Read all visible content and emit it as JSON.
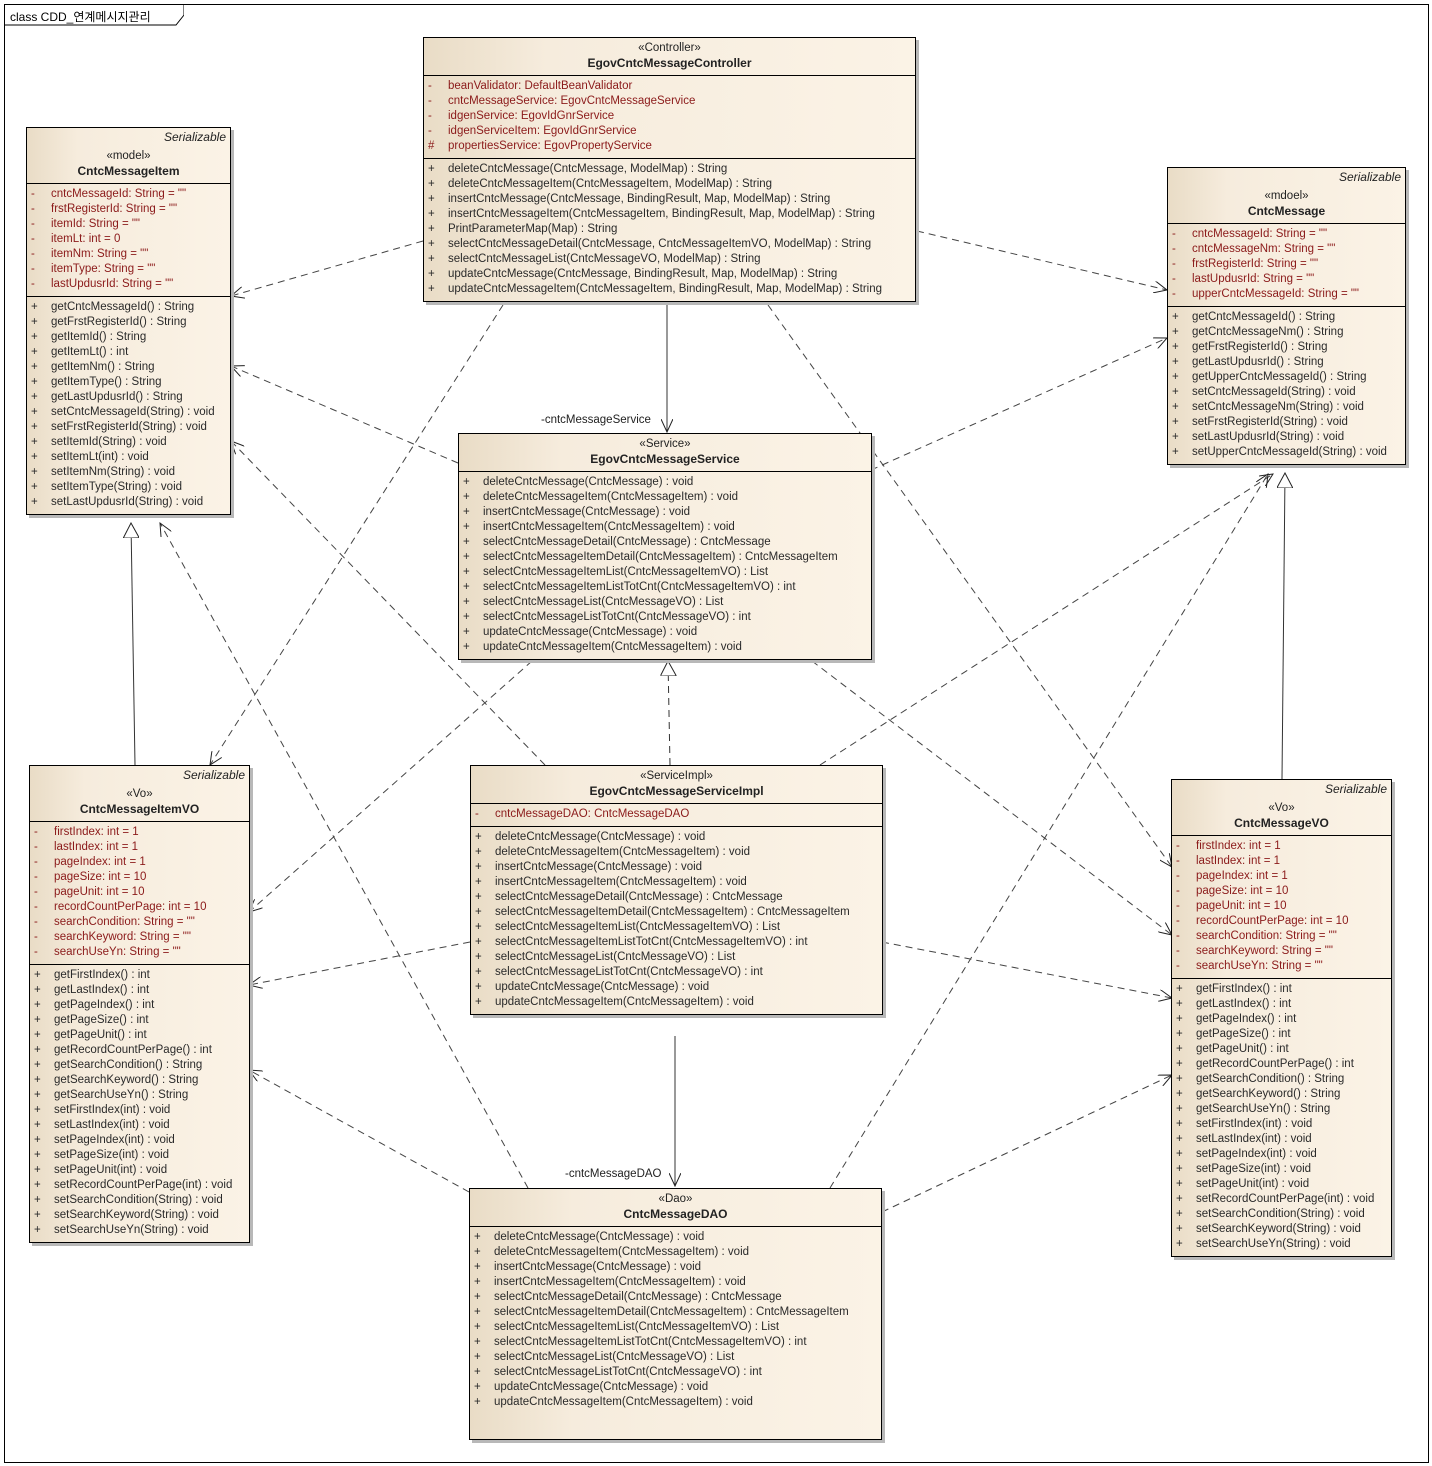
{
  "diagram": {
    "title": "class CDD_연계메시지관리"
  },
  "classes": {
    "controller": {
      "stereotype": "«Controller»",
      "name": "EgovCntcMessageController",
      "attributes": [
        {
          "vis": "-",
          "text": "beanValidator:  DefaultBeanValidator"
        },
        {
          "vis": "-",
          "text": "cntcMessageService:  EgovCntcMessageService"
        },
        {
          "vis": "-",
          "text": "idgenService:  EgovIdGnrService"
        },
        {
          "vis": "-",
          "text": "idgenServiceItem:  EgovIdGnrService"
        },
        {
          "vis": "#",
          "text": "propertiesService:  EgovPropertyService"
        }
      ],
      "operations": [
        {
          "vis": "+",
          "text": "deleteCntcMessage(CntcMessage, ModelMap) : String"
        },
        {
          "vis": "+",
          "text": "deleteCntcMessageItem(CntcMessageItem, ModelMap) : String"
        },
        {
          "vis": "+",
          "text": "insertCntcMessage(CntcMessage, BindingResult, Map, ModelMap) : String"
        },
        {
          "vis": "+",
          "text": "insertCntcMessageItem(CntcMessageItem, BindingResult, Map, ModelMap) : String"
        },
        {
          "vis": "+",
          "text": "PrintParameterMap(Map) : String"
        },
        {
          "vis": "+",
          "text": "selectCntcMessageDetail(CntcMessage, CntcMessageItemVO, ModelMap) : String"
        },
        {
          "vis": "+",
          "text": "selectCntcMessageList(CntcMessageVO, ModelMap) : String"
        },
        {
          "vis": "+",
          "text": "updateCntcMessage(CntcMessage, BindingResult, Map, ModelMap) : String"
        },
        {
          "vis": "+",
          "text": "updateCntcMessageItem(CntcMessageItem, BindingResult, Map, ModelMap) : String"
        }
      ]
    },
    "message_item": {
      "tag": "Serializable",
      "stereotype": "«model»",
      "name": "CntcMessageItem",
      "attributes": [
        {
          "vis": "-",
          "text": "cntcMessageId:  String = \"\""
        },
        {
          "vis": "-",
          "text": "frstRegisterId:  String = \"\""
        },
        {
          "vis": "-",
          "text": "itemId:  String = \"\""
        },
        {
          "vis": "-",
          "text": "itemLt:  int = 0"
        },
        {
          "vis": "-",
          "text": "itemNm:  String = \"\""
        },
        {
          "vis": "-",
          "text": "itemType:  String = \"\""
        },
        {
          "vis": "-",
          "text": "lastUpdusrId:  String = \"\""
        }
      ],
      "operations": [
        {
          "vis": "+",
          "text": "getCntcMessageId() : String"
        },
        {
          "vis": "+",
          "text": "getFrstRegisterId() : String"
        },
        {
          "vis": "+",
          "text": "getItemId() : String"
        },
        {
          "vis": "+",
          "text": "getItemLt() : int"
        },
        {
          "vis": "+",
          "text": "getItemNm() : String"
        },
        {
          "vis": "+",
          "text": "getItemType() : String"
        },
        {
          "vis": "+",
          "text": "getLastUpdusrId() : String"
        },
        {
          "vis": "+",
          "text": "setCntcMessageId(String) : void"
        },
        {
          "vis": "+",
          "text": "setFrstRegisterId(String) : void"
        },
        {
          "vis": "+",
          "text": "setItemId(String) : void"
        },
        {
          "vis": "+",
          "text": "setItemLt(int) : void"
        },
        {
          "vis": "+",
          "text": "setItemNm(String) : void"
        },
        {
          "vis": "+",
          "text": "setItemType(String) : void"
        },
        {
          "vis": "+",
          "text": "setLastUpdusrId(String) : void"
        }
      ]
    },
    "message": {
      "tag": "Serializable",
      "stereotype": "«mdoel»",
      "name": "CntcMessage",
      "attributes": [
        {
          "vis": "-",
          "text": "cntcMessageId:  String = \"\""
        },
        {
          "vis": "-",
          "text": "cntcMessageNm:  String = \"\""
        },
        {
          "vis": "-",
          "text": "frstRegisterId:  String = \"\""
        },
        {
          "vis": "-",
          "text": "lastUpdusrId:  String = \"\""
        },
        {
          "vis": "-",
          "text": "upperCntcMessageId:  String = \"\""
        }
      ],
      "operations": [
        {
          "vis": "+",
          "text": "getCntcMessageId() : String"
        },
        {
          "vis": "+",
          "text": "getCntcMessageNm() : String"
        },
        {
          "vis": "+",
          "text": "getFrstRegisterId() : String"
        },
        {
          "vis": "+",
          "text": "getLastUpdusrId() : String"
        },
        {
          "vis": "+",
          "text": "getUpperCntcMessageId() : String"
        },
        {
          "vis": "+",
          "text": "setCntcMessageId(String) : void"
        },
        {
          "vis": "+",
          "text": "setCntcMessageNm(String) : void"
        },
        {
          "vis": "+",
          "text": "setFrstRegisterId(String) : void"
        },
        {
          "vis": "+",
          "text": "setLastUpdusrId(String) : void"
        },
        {
          "vis": "+",
          "text": "setUpperCntcMessageId(String) : void"
        }
      ]
    },
    "service": {
      "stereotype": "«Service»",
      "name": "EgovCntcMessageService",
      "operations": [
        {
          "vis": "+",
          "text": "deleteCntcMessage(CntcMessage) : void"
        },
        {
          "vis": "+",
          "text": "deleteCntcMessageItem(CntcMessageItem) : void"
        },
        {
          "vis": "+",
          "text": "insertCntcMessage(CntcMessage) : void"
        },
        {
          "vis": "+",
          "text": "insertCntcMessageItem(CntcMessageItem) : void"
        },
        {
          "vis": "+",
          "text": "selectCntcMessageDetail(CntcMessage) : CntcMessage"
        },
        {
          "vis": "+",
          "text": "selectCntcMessageItemDetail(CntcMessageItem) : CntcMessageItem"
        },
        {
          "vis": "+",
          "text": "selectCntcMessageItemList(CntcMessageItemVO) : List"
        },
        {
          "vis": "+",
          "text": "selectCntcMessageItemListTotCnt(CntcMessageItemVO) : int"
        },
        {
          "vis": "+",
          "text": "selectCntcMessageList(CntcMessageVO) : List"
        },
        {
          "vis": "+",
          "text": "selectCntcMessageListTotCnt(CntcMessageVO) : int"
        },
        {
          "vis": "+",
          "text": "updateCntcMessage(CntcMessage) : void"
        },
        {
          "vis": "+",
          "text": "updateCntcMessageItem(CntcMessageItem) : void"
        }
      ]
    },
    "item_vo": {
      "tag": "Serializable",
      "stereotype": "«Vo»",
      "name": "CntcMessageItemVO",
      "attributes": [
        {
          "vis": "-",
          "text": "firstIndex:  int = 1"
        },
        {
          "vis": "-",
          "text": "lastIndex:  int = 1"
        },
        {
          "vis": "-",
          "text": "pageIndex:  int = 1"
        },
        {
          "vis": "-",
          "text": "pageSize:  int = 10"
        },
        {
          "vis": "-",
          "text": "pageUnit:  int = 10"
        },
        {
          "vis": "-",
          "text": "recordCountPerPage:  int = 10"
        },
        {
          "vis": "-",
          "text": "searchCondition:  String = \"\""
        },
        {
          "vis": "-",
          "text": "searchKeyword:  String = \"\""
        },
        {
          "vis": "-",
          "text": "searchUseYn:  String = \"\""
        }
      ],
      "operations": [
        {
          "vis": "+",
          "text": "getFirstIndex() : int"
        },
        {
          "vis": "+",
          "text": "getLastIndex() : int"
        },
        {
          "vis": "+",
          "text": "getPageIndex() : int"
        },
        {
          "vis": "+",
          "text": "getPageSize() : int"
        },
        {
          "vis": "+",
          "text": "getPageUnit() : int"
        },
        {
          "vis": "+",
          "text": "getRecordCountPerPage() : int"
        },
        {
          "vis": "+",
          "text": "getSearchCondition() : String"
        },
        {
          "vis": "+",
          "text": "getSearchKeyword() : String"
        },
        {
          "vis": "+",
          "text": "getSearchUseYn() : String"
        },
        {
          "vis": "+",
          "text": "setFirstIndex(int) : void"
        },
        {
          "vis": "+",
          "text": "setLastIndex(int) : void"
        },
        {
          "vis": "+",
          "text": "setPageIndex(int) : void"
        },
        {
          "vis": "+",
          "text": "setPageSize(int) : void"
        },
        {
          "vis": "+",
          "text": "setPageUnit(int) : void"
        },
        {
          "vis": "+",
          "text": "setRecordCountPerPage(int) : void"
        },
        {
          "vis": "+",
          "text": "setSearchCondition(String) : void"
        },
        {
          "vis": "+",
          "text": "setSearchKeyword(String) : void"
        },
        {
          "vis": "+",
          "text": "setSearchUseYn(String) : void"
        }
      ]
    },
    "service_impl": {
      "stereotype": "«ServiceImpl»",
      "name": "EgovCntcMessageServiceImpl",
      "attributes": [
        {
          "vis": "-",
          "text": "cntcMessageDAO:  CntcMessageDAO"
        }
      ],
      "operations": [
        {
          "vis": "+",
          "text": "deleteCntcMessage(CntcMessage) : void"
        },
        {
          "vis": "+",
          "text": "deleteCntcMessageItem(CntcMessageItem) : void"
        },
        {
          "vis": "+",
          "text": "insertCntcMessage(CntcMessage) : void"
        },
        {
          "vis": "+",
          "text": "insertCntcMessageItem(CntcMessageItem) : void"
        },
        {
          "vis": "+",
          "text": "selectCntcMessageDetail(CntcMessage) : CntcMessage"
        },
        {
          "vis": "+",
          "text": "selectCntcMessageItemDetail(CntcMessageItem) : CntcMessageItem"
        },
        {
          "vis": "+",
          "text": "selectCntcMessageItemList(CntcMessageItemVO) : List"
        },
        {
          "vis": "+",
          "text": "selectCntcMessageItemListTotCnt(CntcMessageItemVO) : int"
        },
        {
          "vis": "+",
          "text": "selectCntcMessageList(CntcMessageVO) : List"
        },
        {
          "vis": "+",
          "text": "selectCntcMessageListTotCnt(CntcMessageVO) : int"
        },
        {
          "vis": "+",
          "text": "updateCntcMessage(CntcMessage) : void"
        },
        {
          "vis": "+",
          "text": "updateCntcMessageItem(CntcMessageItem) : void"
        }
      ]
    },
    "message_vo": {
      "tag": "Serializable",
      "stereotype": "«Vo»",
      "name": "CntcMessageVO",
      "attributes": [
        {
          "vis": "-",
          "text": "firstIndex:  int = 1"
        },
        {
          "vis": "-",
          "text": "lastIndex:  int = 1"
        },
        {
          "vis": "-",
          "text": "pageIndex:  int = 1"
        },
        {
          "vis": "-",
          "text": "pageSize:  int = 10"
        },
        {
          "vis": "-",
          "text": "pageUnit:  int = 10"
        },
        {
          "vis": "-",
          "text": "recordCountPerPage:  int = 10"
        },
        {
          "vis": "-",
          "text": "searchCondition:  String = \"\""
        },
        {
          "vis": "-",
          "text": "searchKeyword:  String = \"\""
        },
        {
          "vis": "-",
          "text": "searchUseYn:  String = \"\""
        }
      ],
      "operations": [
        {
          "vis": "+",
          "text": "getFirstIndex() : int"
        },
        {
          "vis": "+",
          "text": "getLastIndex() : int"
        },
        {
          "vis": "+",
          "text": "getPageIndex() : int"
        },
        {
          "vis": "+",
          "text": "getPageSize() : int"
        },
        {
          "vis": "+",
          "text": "getPageUnit() : int"
        },
        {
          "vis": "+",
          "text": "getRecordCountPerPage() : int"
        },
        {
          "vis": "+",
          "text": "getSearchCondition() : String"
        },
        {
          "vis": "+",
          "text": "getSearchKeyword() : String"
        },
        {
          "vis": "+",
          "text": "getSearchUseYn() : String"
        },
        {
          "vis": "+",
          "text": "setFirstIndex(int) : void"
        },
        {
          "vis": "+",
          "text": "setLastIndex(int) : void"
        },
        {
          "vis": "+",
          "text": "setPageIndex(int) : void"
        },
        {
          "vis": "+",
          "text": "setPageSize(int) : void"
        },
        {
          "vis": "+",
          "text": "setPageUnit(int) : void"
        },
        {
          "vis": "+",
          "text": "setRecordCountPerPage(int) : void"
        },
        {
          "vis": "+",
          "text": "setSearchCondition(String) : void"
        },
        {
          "vis": "+",
          "text": "setSearchKeyword(String) : void"
        },
        {
          "vis": "+",
          "text": "setSearchUseYn(String) : void"
        }
      ]
    },
    "dao": {
      "stereotype": "«Dao»",
      "name": "CntcMessageDAO",
      "operations": [
        {
          "vis": "+",
          "text": "deleteCntcMessage(CntcMessage) : void"
        },
        {
          "vis": "+",
          "text": "deleteCntcMessageItem(CntcMessageItem) : void"
        },
        {
          "vis": "+",
          "text": "insertCntcMessage(CntcMessage) : void"
        },
        {
          "vis": "+",
          "text": "insertCntcMessageItem(CntcMessageItem) : void"
        },
        {
          "vis": "+",
          "text": "selectCntcMessageDetail(CntcMessage) : CntcMessage"
        },
        {
          "vis": "+",
          "text": "selectCntcMessageItemDetail(CntcMessageItem) : CntcMessageItem"
        },
        {
          "vis": "+",
          "text": "selectCntcMessageItemList(CntcMessageItemVO) : List"
        },
        {
          "vis": "+",
          "text": "selectCntcMessageItemListTotCnt(CntcMessageItemVO) : int"
        },
        {
          "vis": "+",
          "text": "selectCntcMessageList(CntcMessageVO) : List"
        },
        {
          "vis": "+",
          "text": "selectCntcMessageListTotCnt(CntcMessageVO) : int"
        },
        {
          "vis": "+",
          "text": "updateCntcMessage(CntcMessage) : void"
        },
        {
          "vis": "+",
          "text": "updateCntcMessageItem(CntcMessageItem) : void"
        }
      ]
    }
  },
  "relationships": {
    "service_role": "-cntcMessageService",
    "dao_role": "-cntcMessageDAO",
    "kinds": [
      {
        "from": "EgovCntcMessageController",
        "to": "EgovCntcMessageService",
        "type": "association"
      },
      {
        "from": "EgovCntcMessageServiceImpl",
        "to": "CntcMessageDAO",
        "type": "association"
      },
      {
        "from": "EgovCntcMessageServiceImpl",
        "to": "EgovCntcMessageService",
        "type": "realization"
      },
      {
        "from": "CntcMessageItemVO",
        "to": "CntcMessageItem",
        "type": "generalization"
      },
      {
        "from": "CntcMessageVO",
        "to": "CntcMessage",
        "type": "generalization"
      },
      {
        "from": "EgovCntcMessageController",
        "to": "CntcMessageItem",
        "type": "dependency"
      },
      {
        "from": "EgovCntcMessageController",
        "to": "CntcMessage",
        "type": "dependency"
      },
      {
        "from": "EgovCntcMessageController",
        "to": "CntcMessageItemVO",
        "type": "dependency"
      },
      {
        "from": "EgovCntcMessageController",
        "to": "CntcMessageVO",
        "type": "dependency"
      },
      {
        "from": "EgovCntcMessageService",
        "to": "CntcMessageItem",
        "type": "dependency"
      },
      {
        "from": "EgovCntcMessageService",
        "to": "CntcMessage",
        "type": "dependency"
      },
      {
        "from": "EgovCntcMessageService",
        "to": "CntcMessageItemVO",
        "type": "dependency"
      },
      {
        "from": "EgovCntcMessageService",
        "to": "CntcMessageVO",
        "type": "dependency"
      },
      {
        "from": "EgovCntcMessageServiceImpl",
        "to": "CntcMessageItem",
        "type": "dependency"
      },
      {
        "from": "EgovCntcMessageServiceImpl",
        "to": "CntcMessage",
        "type": "dependency"
      },
      {
        "from": "EgovCntcMessageServiceImpl",
        "to": "CntcMessageItemVO",
        "type": "dependency"
      },
      {
        "from": "EgovCntcMessageServiceImpl",
        "to": "CntcMessageVO",
        "type": "dependency"
      },
      {
        "from": "CntcMessageDAO",
        "to": "CntcMessageItem",
        "type": "dependency"
      },
      {
        "from": "CntcMessageDAO",
        "to": "CntcMessage",
        "type": "dependency"
      },
      {
        "from": "CntcMessageDAO",
        "to": "CntcMessageItemVO",
        "type": "dependency"
      },
      {
        "from": "CntcMessageDAO",
        "to": "CntcMessageVO",
        "type": "dependency"
      }
    ]
  }
}
